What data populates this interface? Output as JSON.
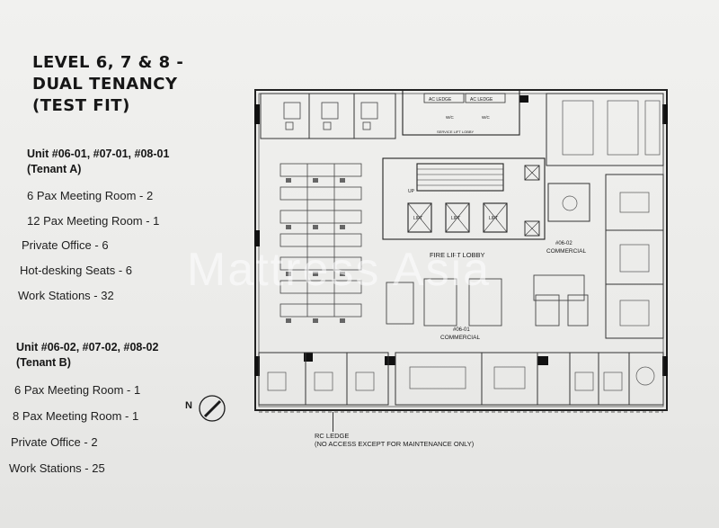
{
  "title": {
    "line1": "LEVEL 6, 7 & 8 -",
    "line2": "DUAL TENANCY",
    "line3": "(TEST FIT)"
  },
  "tenant_a": {
    "unit_line": "Unit #06-01, #07-01, #08-01",
    "tenant_label": "(Tenant A)",
    "items": [
      "6 Pax Meeting Room - 2",
      "12 Pax Meeting Room - 1",
      "Private Office - 6",
      "Hot-desking Seats - 6",
      "Work Stations - 32"
    ]
  },
  "tenant_b": {
    "unit_line": "Unit #06-02, #07-02, #08-02",
    "tenant_label": "(Tenant B)",
    "items": [
      "6 Pax Meeting Room - 1",
      "8 Pax Meeting Room - 1",
      "Private Office - 2",
      "Work Stations - 25"
    ]
  },
  "plan": {
    "fire_lift_lobby": "FIRE LIFT LOBBY",
    "unit_0601_no": "#06-01",
    "unit_0601_use": "COMMERCIAL",
    "unit_0602_no": "#06-02",
    "unit_0602_use": "COMMERCIAL",
    "ac_ledge_1": "AC LEDGE",
    "ac_ledge_2": "AC LEDGE",
    "lift_label": "LIFT",
    "service_lift_lobby": "SERVICE LIFT LOBBY",
    "wc_label": "W/C",
    "up_label": "UP"
  },
  "compass": {
    "north_label": "N"
  },
  "rc_ledge": {
    "line1": "RC LEDGE",
    "line2": "(NO ACCESS EXCEPT FOR MAINTENANCE ONLY)"
  },
  "watermark": "Mattress Asia"
}
